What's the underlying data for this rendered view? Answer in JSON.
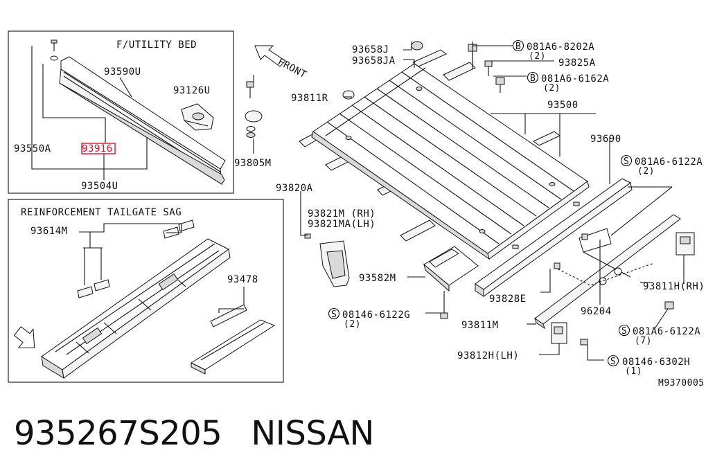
{
  "diagram_code": "M9370005",
  "insets": {
    "utility_bed": {
      "title": "F/UTILITY BED",
      "labels": [
        "93590U",
        "93126U",
        "93550A",
        "93916",
        "93504U"
      ]
    },
    "tailgate": {
      "title": "REINFORCEMENT TAILGATE SAG",
      "labels": [
        "93614M",
        "93478"
      ]
    }
  },
  "front_label": "FRONT",
  "callouts": {
    "p93658j": "93658J",
    "p93658ja": "93658JA",
    "b1_code": "081A6-8202A",
    "b1_qty": "(2)",
    "p93825a": "93825A",
    "b2_code": "081A6-6162A",
    "b2_qty": "(2)",
    "p93811r": "93811R",
    "p93500": "93500",
    "p93690": "93690",
    "p93805m": "93805M",
    "s1_code": "081A6-6122A",
    "s1_qty": "(2)",
    "p93820a": "93820A",
    "p93821m": "93821M (RH)",
    "p93821ma": "93821MA(LH)",
    "p93582m": "93582M",
    "p93811h": "93811H(RH)",
    "p93828e": "93828E",
    "p96204": "96204",
    "s2_code": "08146-6122G",
    "s2_qty": "(2)",
    "p93811m": "93811M",
    "s3_code": "081A6-6122A",
    "s3_qty": "(7)",
    "p93812h": "93812H(LH)",
    "s4_code": "08146-6302H",
    "s4_qty": "(1)",
    "circle_b": "B",
    "circle_s": "S"
  },
  "footer": {
    "part_number": "935267S205",
    "brand": "NISSAN"
  },
  "colors": {
    "highlight": "#e0122a",
    "ink": "#111111"
  }
}
